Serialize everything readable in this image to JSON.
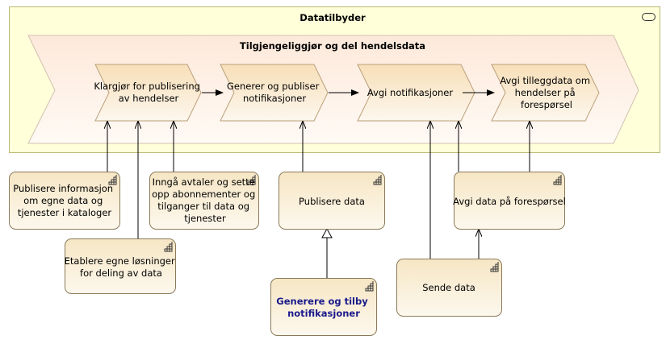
{
  "diagram": {
    "container": {
      "label": "Datatilbyder"
    },
    "value_stream": {
      "label": "Tilgjengeliggjør og del hendelsdata"
    },
    "stages": [
      {
        "lines": [
          "Klargjør for publisering",
          "av hendelser"
        ]
      },
      {
        "lines": [
          "Generer og publiser",
          "notifikasjoner"
        ]
      },
      {
        "lines": [
          "Avgi notifikasjoner"
        ]
      },
      {
        "lines": [
          "Avgi tilleggdata om",
          "hendelser på",
          "forespørsel"
        ]
      }
    ],
    "capabilities": [
      {
        "lines": [
          "Publisere informasjon",
          "om egne data og",
          "tjenester i kataloger"
        ]
      },
      {
        "lines": [
          "Etablere egne løsninger",
          "for deling av data"
        ]
      },
      {
        "lines": [
          "Inngå avtaler og sette",
          "opp abonnementer og",
          "tilganger til data og",
          "tjenester"
        ]
      },
      {
        "lines": [
          "Publisere data"
        ]
      },
      {
        "lines": [
          "Generere og tilby",
          "notifikasjoner"
        ]
      },
      {
        "lines": [
          "Sende data"
        ]
      },
      {
        "lines": [
          "Avgi data på forespørsel"
        ]
      }
    ]
  },
  "colors": {
    "container_fill": "#ffffd9",
    "container_stroke": "#b8b878",
    "chevron_fill": "#fbeee4",
    "stage_fill": "#f7e5c8",
    "capability_fill": "#f4e6c6",
    "capability_stroke": "#8a7a5a",
    "highlight_text": "#1a1a8c"
  }
}
